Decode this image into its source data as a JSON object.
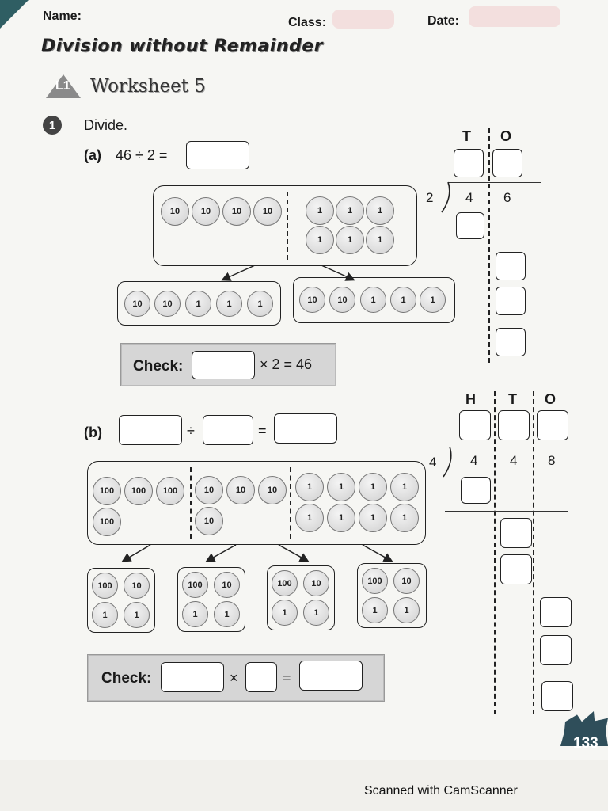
{
  "header": {
    "name_label": "Name:",
    "class_label": "Class:",
    "date_label": "Date:"
  },
  "title": "Division without Remainder",
  "worksheet": {
    "badge": "L1",
    "title": "Worksheet 5"
  },
  "question": {
    "number": "1",
    "instruction": "Divide."
  },
  "part_a": {
    "label": "(a)",
    "equation": "46 ÷ 2 =",
    "tens": [
      "10",
      "10",
      "10",
      "10"
    ],
    "ones": [
      "1",
      "1",
      "1",
      "1",
      "1",
      "1"
    ],
    "groups": [
      [
        "10",
        "10",
        "1",
        "1",
        "1"
      ],
      [
        "10",
        "10",
        "1",
        "1",
        "1"
      ]
    ],
    "check_label": "Check:",
    "check_tail": "× 2 = 46",
    "ldm": {
      "header_t": "T",
      "header_o": "O",
      "divisor": "2",
      "d1": "4",
      "d2": "6"
    }
  },
  "part_b": {
    "label": "(b)",
    "div_sign": "÷",
    "eq_sign": "=",
    "hundreds": [
      "100",
      "100",
      "100",
      "100"
    ],
    "tens": [
      "10",
      "10",
      "10",
      "10"
    ],
    "ones": [
      "1",
      "1",
      "1",
      "1",
      "1",
      "1",
      "1",
      "1"
    ],
    "groups": [
      [
        "100",
        "10",
        "1",
        "1"
      ],
      [
        "100",
        "10",
        "1",
        "1"
      ],
      [
        "100",
        "10",
        "1",
        "1"
      ],
      [
        "100",
        "10",
        "1",
        "1"
      ]
    ],
    "check_label": "Check:",
    "times_sign": "×",
    "eq_sign2": "=",
    "ldm": {
      "header_h": "H",
      "header_t": "T",
      "header_o": "O",
      "divisor": "4",
      "d1": "4",
      "d2": "4",
      "d3": "8"
    }
  },
  "page_number": "133",
  "footer": "Scanned with CamScanner"
}
